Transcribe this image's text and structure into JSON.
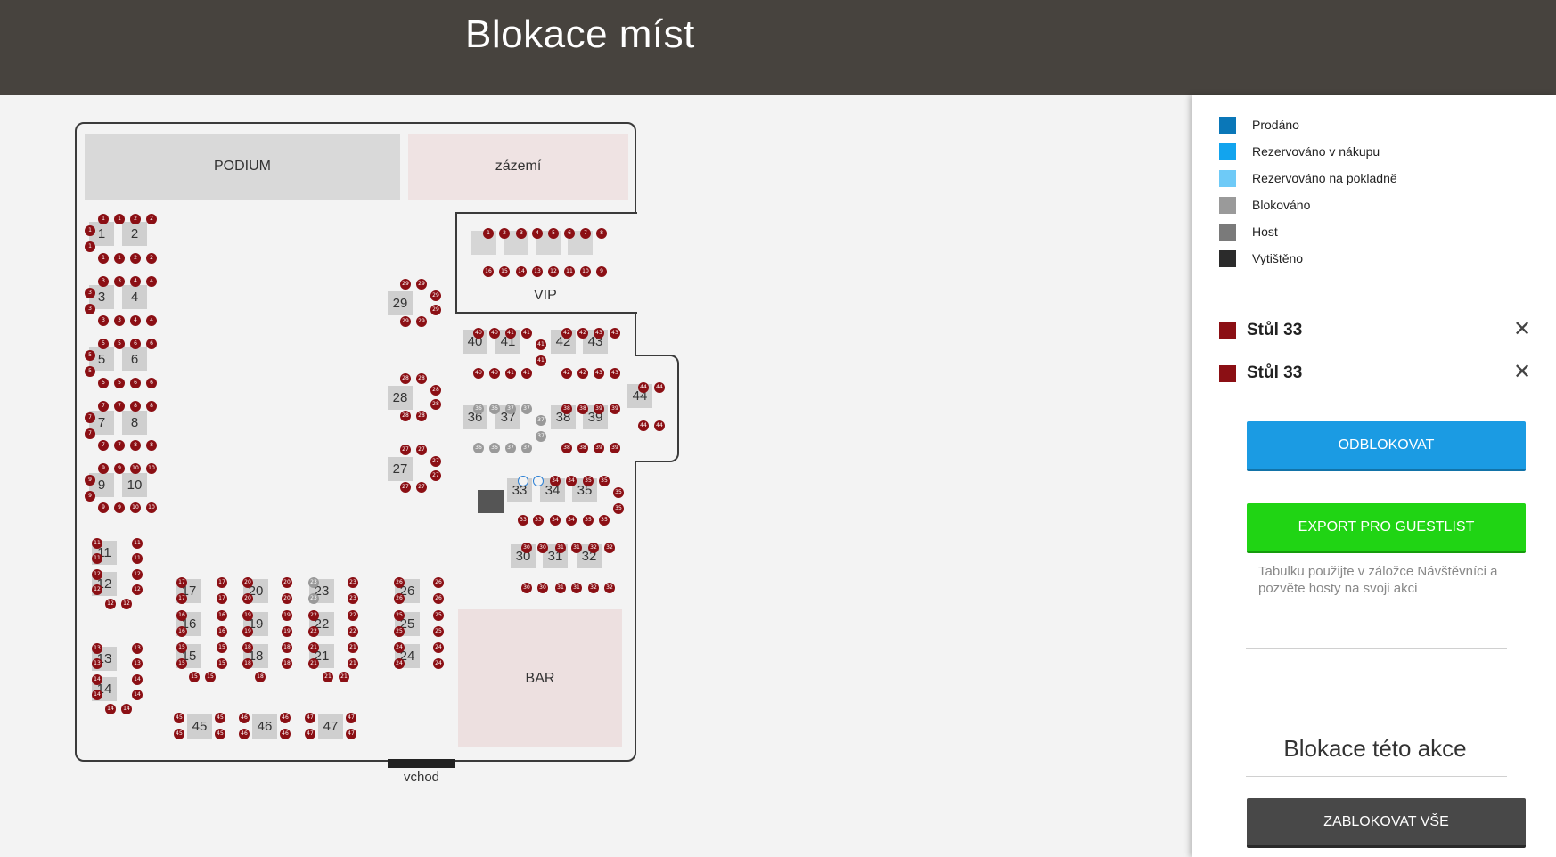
{
  "header": {
    "title": "Blokace míst"
  },
  "map": {
    "zones": {
      "podium": "PODIUM",
      "zazemi": "zázemí",
      "vip": "VIP",
      "bar": "BAR",
      "entrance": "vchod"
    },
    "tables": {
      "t1": "1",
      "t2": "2",
      "t3": "3",
      "t4": "4",
      "t5": "5",
      "t6": "6",
      "t7": "7",
      "t8": "8",
      "t9": "9",
      "t10": "10",
      "t11": "11",
      "t12": "12",
      "t13": "13",
      "t14": "14",
      "t15": "15",
      "t16": "16",
      "t17": "17",
      "t18": "18",
      "t19": "19",
      "t20": "20",
      "t21": "21",
      "t22": "22",
      "t23": "23",
      "t24": "24",
      "t25": "25",
      "t26": "26",
      "t27": "27",
      "t28": "28",
      "t29": "29",
      "t30": "30",
      "t31": "31",
      "t32": "32",
      "t33": "33",
      "t34": "34",
      "t35": "35",
      "t36": "36",
      "t37": "37",
      "t38": "38",
      "t39": "39",
      "t40": "40",
      "t41": "41",
      "t42": "42",
      "t43": "43",
      "t44": "44",
      "t45": "45",
      "t46": "46",
      "t47": "47"
    },
    "seat_colors": {
      "blocked": "#8b0f14",
      "other": "#9a9a9a",
      "selected_outline": "#2a7fd4"
    }
  },
  "legend": [
    {
      "label": "Prodáno",
      "color": "#0a77b8"
    },
    {
      "label": "Rezervováno v nákupu",
      "color": "#12a4ee"
    },
    {
      "label": "Rezervováno na pokladně",
      "color": "#6ecaf7"
    },
    {
      "label": "Blokováno",
      "color": "#9a9a9a"
    },
    {
      "label": "Host",
      "color": "#7a7a7a"
    },
    {
      "label": "Vytištěno",
      "color": "#2b2b2b"
    }
  ],
  "selection": [
    {
      "label": "Stůl 33",
      "color": "#8b0f14"
    },
    {
      "label": "Stůl 33",
      "color": "#8b0f14"
    }
  ],
  "actions": {
    "unblock": "ODBLOKOVAT",
    "export": "EXPORT PRO GUESTLIST",
    "export_hint": "Tabulku použijte v záložce Návštěvníci a pozvěte hosty na svoji akci",
    "section_title": "Blokace této akce",
    "block_all": "ZABLOKOVAT VŠE"
  }
}
